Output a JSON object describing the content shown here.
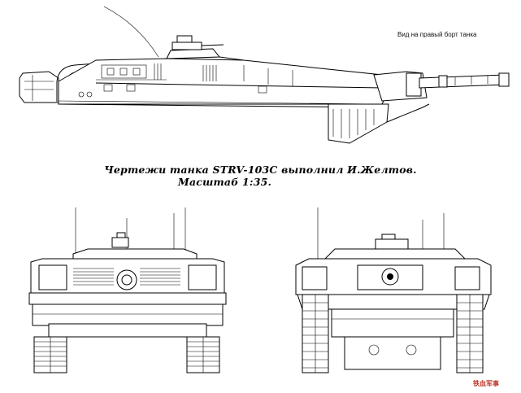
{
  "drawing": {
    "view_label": "Вид на правый борт танка",
    "caption_line1": "Чертежи танка STRV-103C выполнил И.Желтов.",
    "caption_line2": "Масштаб 1:35.",
    "watermark_text": "铁血军事"
  },
  "colors": {
    "ink": "#000000",
    "paper": "#ffffff",
    "watermark": "#c0392b"
  }
}
